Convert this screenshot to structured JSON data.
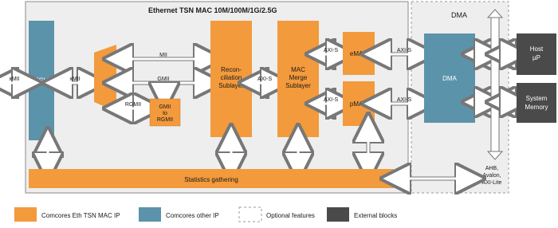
{
  "diagram": {
    "title": "Ethernet TSN MAC 10M/100M/1G/2.5G",
    "dma_title": "DMA",
    "blocks": {
      "tsu": "TSU",
      "rs_line1": "Recon-",
      "rs_line2": "ciliation",
      "rs_line3": "Sublayer",
      "merge_line1": "MAC",
      "merge_line2": "Merge",
      "merge_line3": "Sublayer",
      "emac": "eMAC",
      "pmac": "pMAC",
      "gmii_line1": "GMII",
      "gmii_line2": "to",
      "gmii_line3": "RGMII",
      "dma": "DMA",
      "stats": "Statistics gathering",
      "host_line1": "Host",
      "host_line2": "µP",
      "sysmem_line1": "System",
      "sysmem_line2": "Memory"
    },
    "signals": {
      "xmii_left": "xMII",
      "xmii_mid": "xMII",
      "mii": "MII",
      "gmii": "GMII",
      "rgmii": "RGMII",
      "axis_rs_merge": "AXI-S",
      "axis_merge_emac": "AXI-S",
      "axis_merge_pmac": "AXI-S",
      "axis_emac_dma": "AXI-S",
      "axis_pmac_dma": "AXI-S"
    },
    "bus_label_line1": "AHB,",
    "bus_label_line2": "Avalon,",
    "bus_label_line3": "AXI-Lite"
  },
  "legend": [
    {
      "label": "Comcores Eth TSN MAC IP",
      "color": "#f39a3c"
    },
    {
      "label": "Comcores other IP",
      "color": "#5b93ab"
    },
    {
      "label": "Optional features",
      "color": "#ffffff"
    },
    {
      "label": "External blocks",
      "color": "#4a4a4a"
    }
  ],
  "colors": {
    "orange": "#f39a3c",
    "teal": "#5b93ab",
    "dark": "#4a4a4a",
    "panel": "#eeeeee"
  }
}
